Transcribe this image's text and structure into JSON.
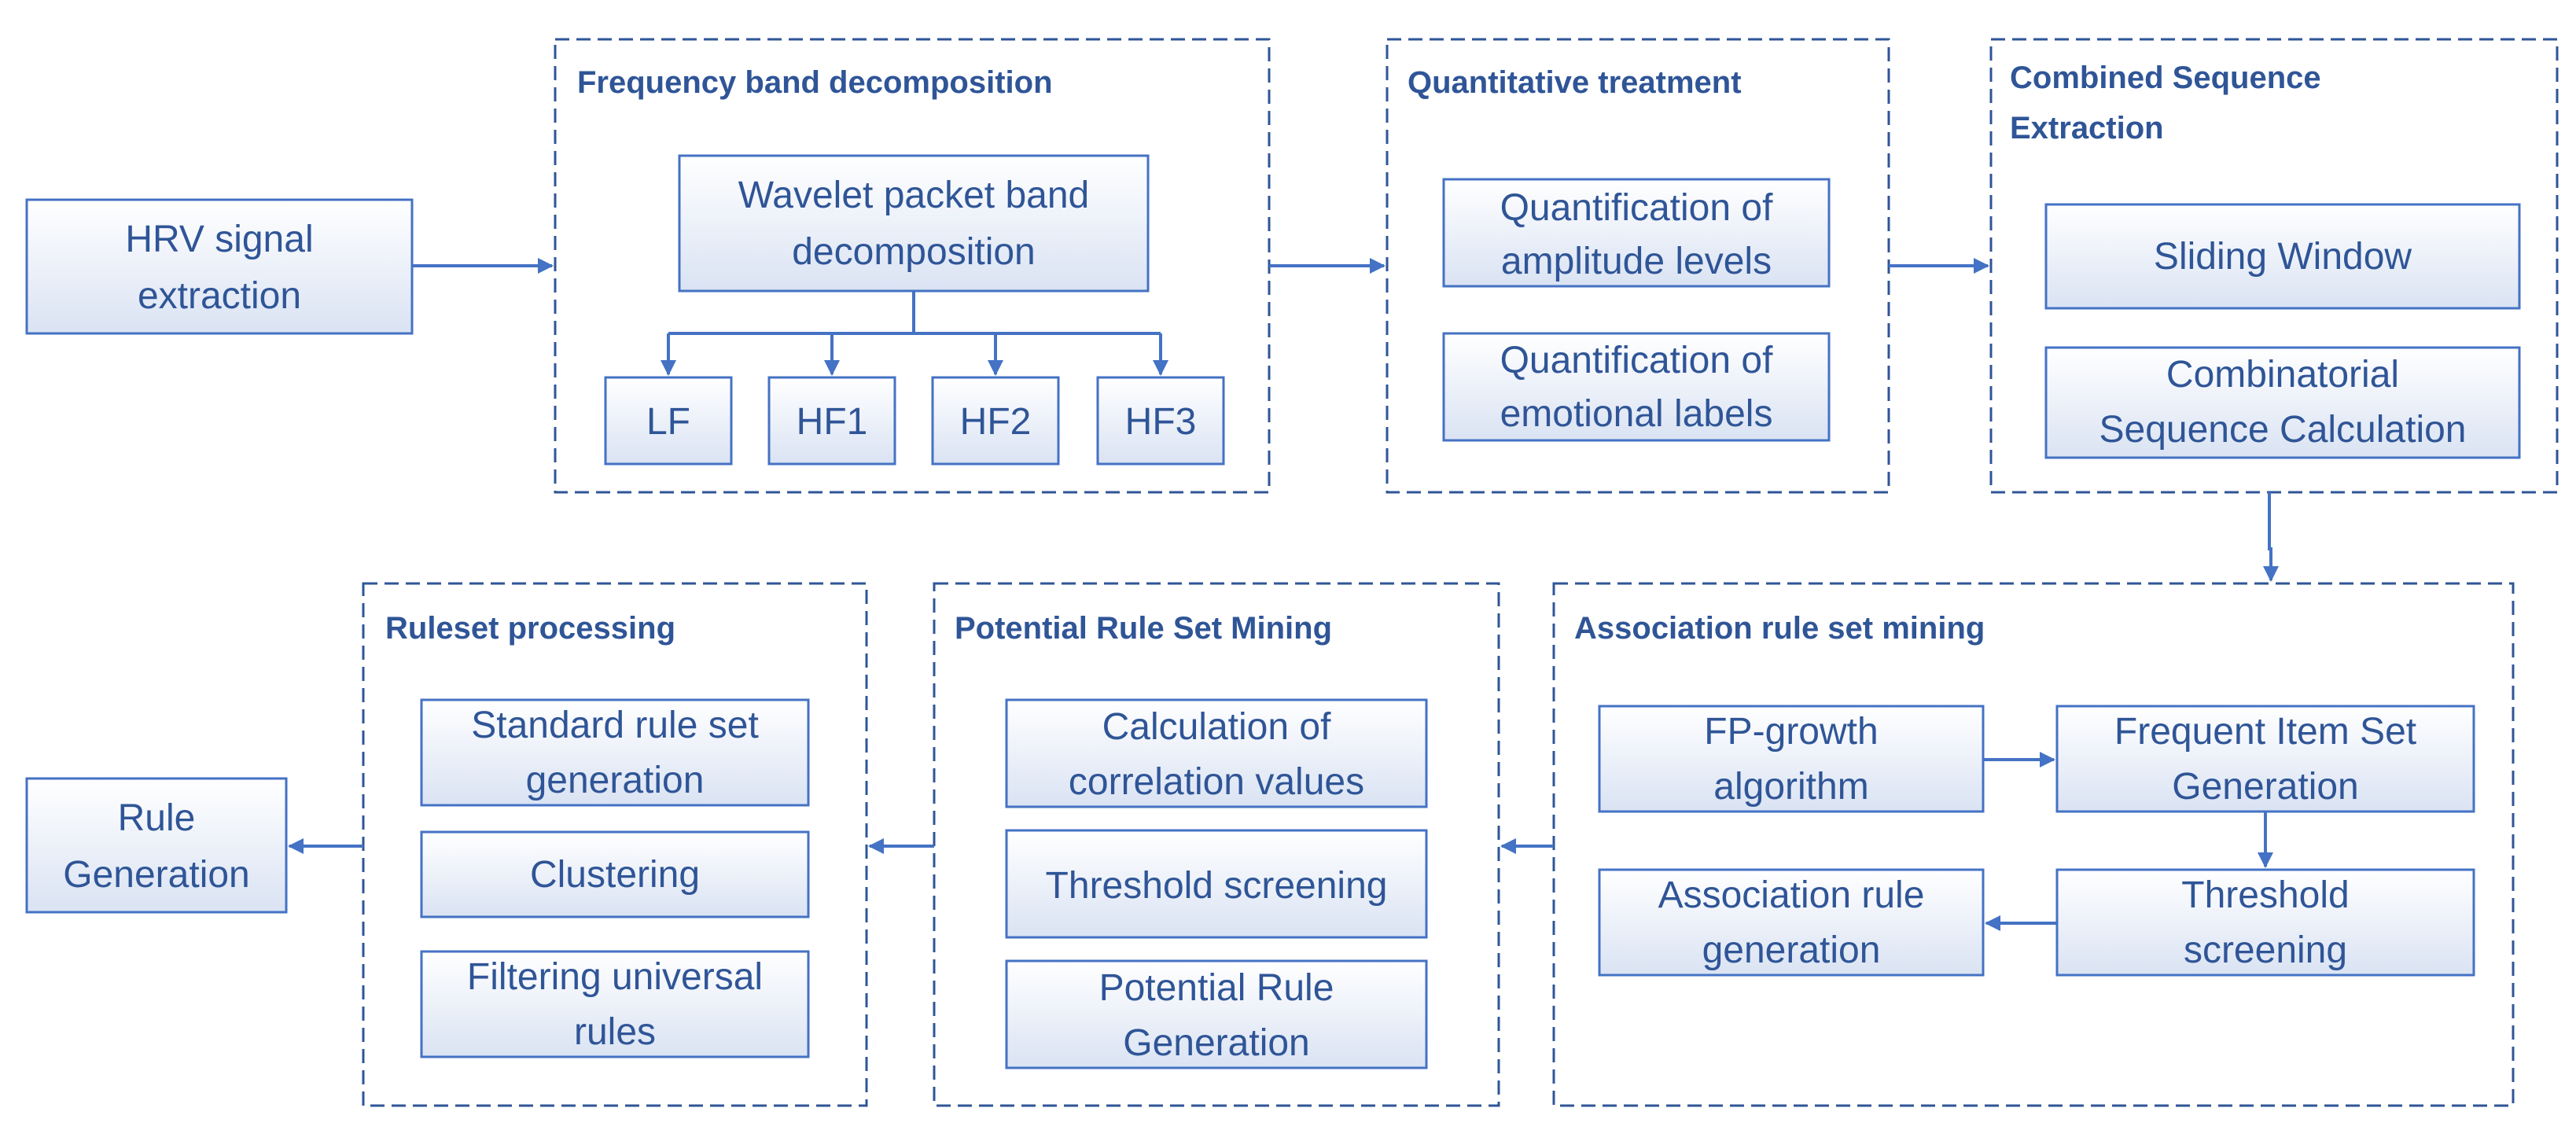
{
  "colors": {
    "frame": "#2f5597",
    "node_border": "#4472c4",
    "text": "#2f5597",
    "node_fill_top": "#ffffff",
    "node_fill_bottom": "#dae3f3"
  },
  "groups": {
    "frequency_band": {
      "title": "Frequency band decomposition"
    },
    "quantitative": {
      "title": "Quantitative treatment"
    },
    "combined_sequence": {
      "title_line1": "Combined Sequence",
      "title_line2": "Extraction"
    },
    "association": {
      "title": "Association rule set mining"
    },
    "potential": {
      "title": "Potential Rule Set Mining"
    },
    "ruleset": {
      "title": "Ruleset processing"
    }
  },
  "nodes": {
    "hrv_signal": [
      "HRV signal",
      "extraction"
    ],
    "wavelet": [
      "Wavelet packet band",
      "decomposition"
    ],
    "lf": [
      "LF"
    ],
    "hf1": [
      "HF1"
    ],
    "hf2": [
      "HF2"
    ],
    "hf3": [
      "HF3"
    ],
    "amplitude": [
      "Quantification of",
      "amplitude levels"
    ],
    "emotional": [
      "Quantification of",
      "emotional labels"
    ],
    "sliding": [
      "Sliding Window"
    ],
    "combinatorial": [
      "Combinatorial",
      "Sequence Calculation"
    ],
    "fp_growth": [
      "FP-growth",
      "algorithm"
    ],
    "frequent_item": [
      "Frequent Item Set",
      "Generation"
    ],
    "assoc_rule_gen": [
      "Association rule",
      "generation"
    ],
    "threshold_assoc": [
      "Threshold",
      "screening"
    ],
    "correlation": [
      "Calculation of",
      "correlation values"
    ],
    "threshold_potential": [
      "Threshold screening"
    ],
    "potential_rule_gen": [
      "Potential Rule",
      "Generation"
    ],
    "standard_rule": [
      "Standard rule set",
      "generation"
    ],
    "clustering": [
      "Clustering"
    ],
    "filtering": [
      "Filtering universal",
      "rules"
    ],
    "rule_generation": [
      "Rule",
      "Generation"
    ]
  }
}
